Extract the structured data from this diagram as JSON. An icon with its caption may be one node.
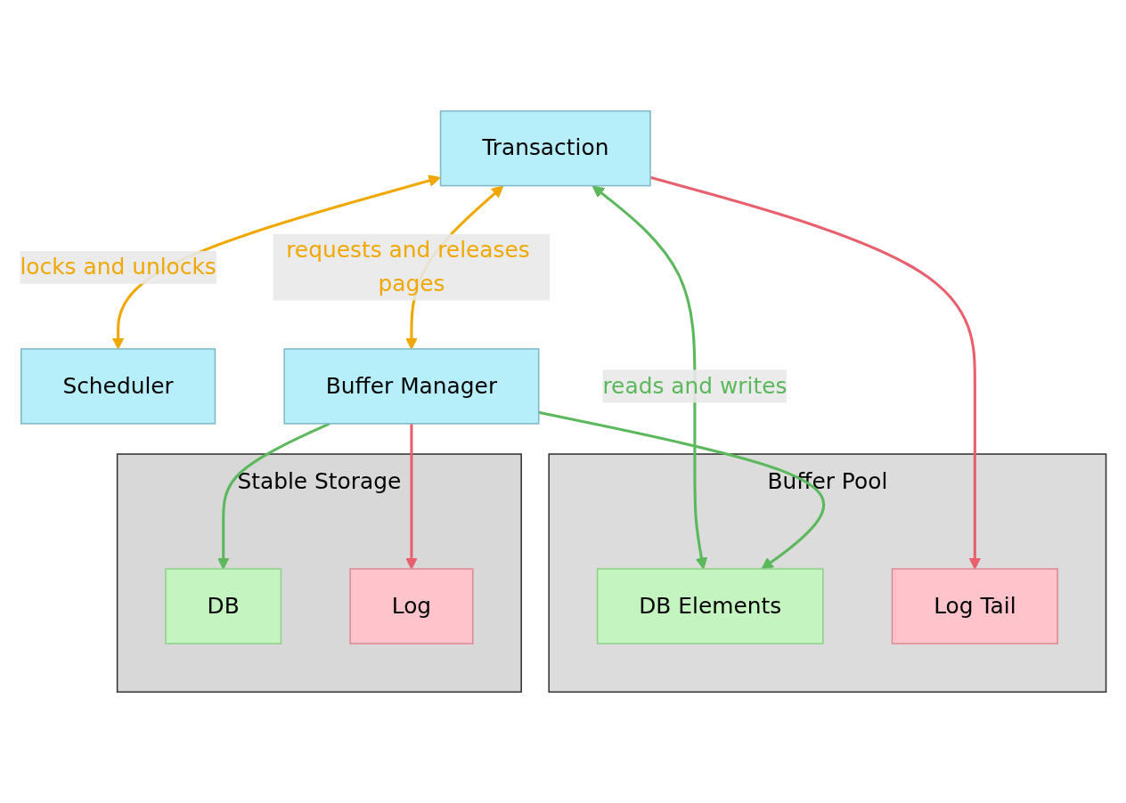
{
  "diagram": {
    "nodes": [
      {
        "text": [
          "Transaction"
        ]
      },
      {
        "text": [
          "Scheduler"
        ]
      },
      {
        "text": [
          "Buffer Pool"
        ]
      },
      {
        "text": [
          "DB Elements"
        ],
        "in": 2
      },
      {
        "text": [
          "Log Tail"
        ],
        "in": 2
      },
      {
        "text": [
          "Buffer Manager"
        ]
      },
      {
        "text": [
          "Stable Storage"
        ]
      },
      {
        "text": [
          "DB"
        ],
        "in": 6
      },
      {
        "text": [
          "Log"
        ],
        "in": 6
      }
    ],
    "edges": [
      {
        "from": 0,
        "to": 1,
        "arrow": "both",
        "label": "locks and unlocks",
        "color": "#f0a800"
      },
      {
        "from": 0,
        "to": 3,
        "arrow": "both",
        "label": "reads and writes",
        "color": "#5cb85c"
      },
      {
        "from": 0,
        "to": 4,
        "arrow": "to",
        "color": "#e8606e"
      },
      {
        "from": 0,
        "to": 5,
        "arrow": "both",
        "label": "requests and releases pages",
        "color": "#f0a800"
      },
      {
        "from": 5,
        "to": 3,
        "arrow": "to",
        "color": "#5cb85c"
      },
      {
        "from": 5,
        "to": 7,
        "arrow": "to",
        "color": "#5cb85c"
      },
      {
        "from": 5,
        "to": 8,
        "arrow": "to",
        "color": "#e8606e"
      }
    ]
  }
}
